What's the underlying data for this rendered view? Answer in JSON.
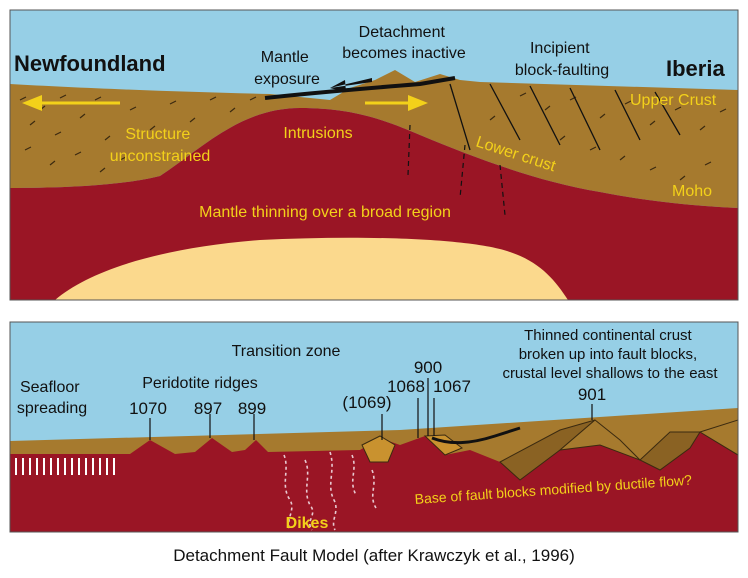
{
  "colors": {
    "sky": "#96cfe6",
    "crust": "#a67a2e",
    "crust_dark": "#8a6223",
    "mantle": "#9a1525",
    "asthenosphere": "#fbd98d",
    "label_yellow": "#f3d11a",
    "fault": "#111111",
    "seafloor_stripes": "#ffffff"
  },
  "top_panel": {
    "newfoundland": "Newfoundland",
    "iberia": "Iberia",
    "mantle_exposure": [
      "Mantle",
      "exposure"
    ],
    "detachment_inactive": [
      "Detachment",
      "becomes inactive"
    ],
    "incipient_faulting": [
      "Incipient",
      "block-faulting"
    ],
    "upper_crust": "Upper Crust",
    "structure_unconstrained": [
      "Structure",
      "unconstrained"
    ],
    "intrusions": "Intrusions",
    "lower_crust": "Lower crust",
    "moho": "Moho",
    "mantle_thinning": "Mantle thinning over a broad region"
  },
  "bottom_panel": {
    "transition_zone": "Transition zone",
    "seafloor_spreading": [
      "Seafloor",
      "spreading"
    ],
    "peridotite_ridges": "Peridotite ridges",
    "sites": {
      "s1070": "1070",
      "s897": "897",
      "s899": "899",
      "s1069": "(1069)",
      "s1068": "1068",
      "s900": "900",
      "s1067": "1067",
      "s901": "901"
    },
    "thinned_crust": [
      "Thinned continental crust",
      "broken up into fault blocks,",
      "crustal level shallows to the east"
    ],
    "dikes": "Dikes",
    "base_fault_blocks": "Base of fault blocks modified by ductile flow?"
  },
  "caption": "Detachment Fault Model (after Krawczyk et al., 1996)"
}
